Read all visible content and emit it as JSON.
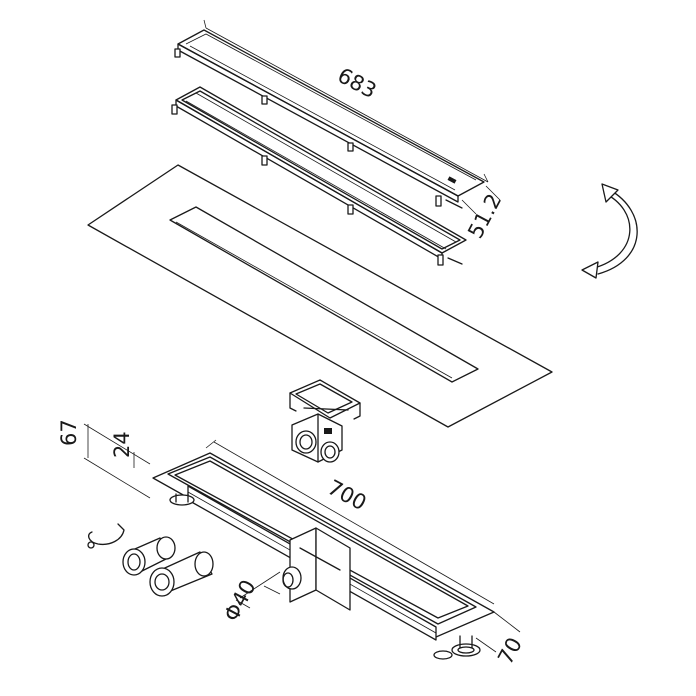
{
  "dimensions": {
    "grate_length": "683",
    "grate_width": "51.2",
    "channel_height": "67",
    "inner_height": "24",
    "channel_length": "700",
    "outlet_diameter": "Φ40",
    "channel_width": "70"
  },
  "colors": {
    "line": "#1a1a1a",
    "background": "#ffffff"
  },
  "icons": {
    "reversible": "curved-double-arrow-icon"
  }
}
